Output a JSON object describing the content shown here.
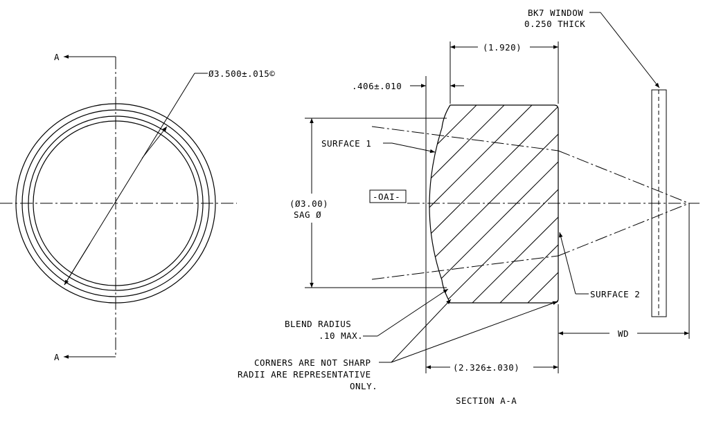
{
  "front_view": {
    "section_marker_top": "A",
    "section_marker_bottom": "A",
    "diameter_note": "Ø3.500±.015©"
  },
  "section_view": {
    "window_note_line1": "BK7 WINDOW",
    "window_note_line2": "0.250 THICK",
    "dim_length": "(1.920)",
    "dim_sag": ".406±.010",
    "surface_1": "SURFACE 1",
    "dim_diameter": "(Ø3.00)",
    "dim_diameter_sub": "SAG Ø",
    "datum": "-OAI-",
    "surface_2": "SURFACE 2",
    "blend_radius_line1": "BLEND  RADIUS",
    "blend_radius_line2": ".10 MAX.",
    "corners_note_line1": "CORNERS ARE NOT SHARP",
    "corners_note_line2": "RADII ARE REPRESENTATIVE",
    "corners_note_line3": "ONLY.",
    "dim_overall": "(2.326±.030)",
    "dim_wd": "WD",
    "title": "SECTION  A-A"
  }
}
